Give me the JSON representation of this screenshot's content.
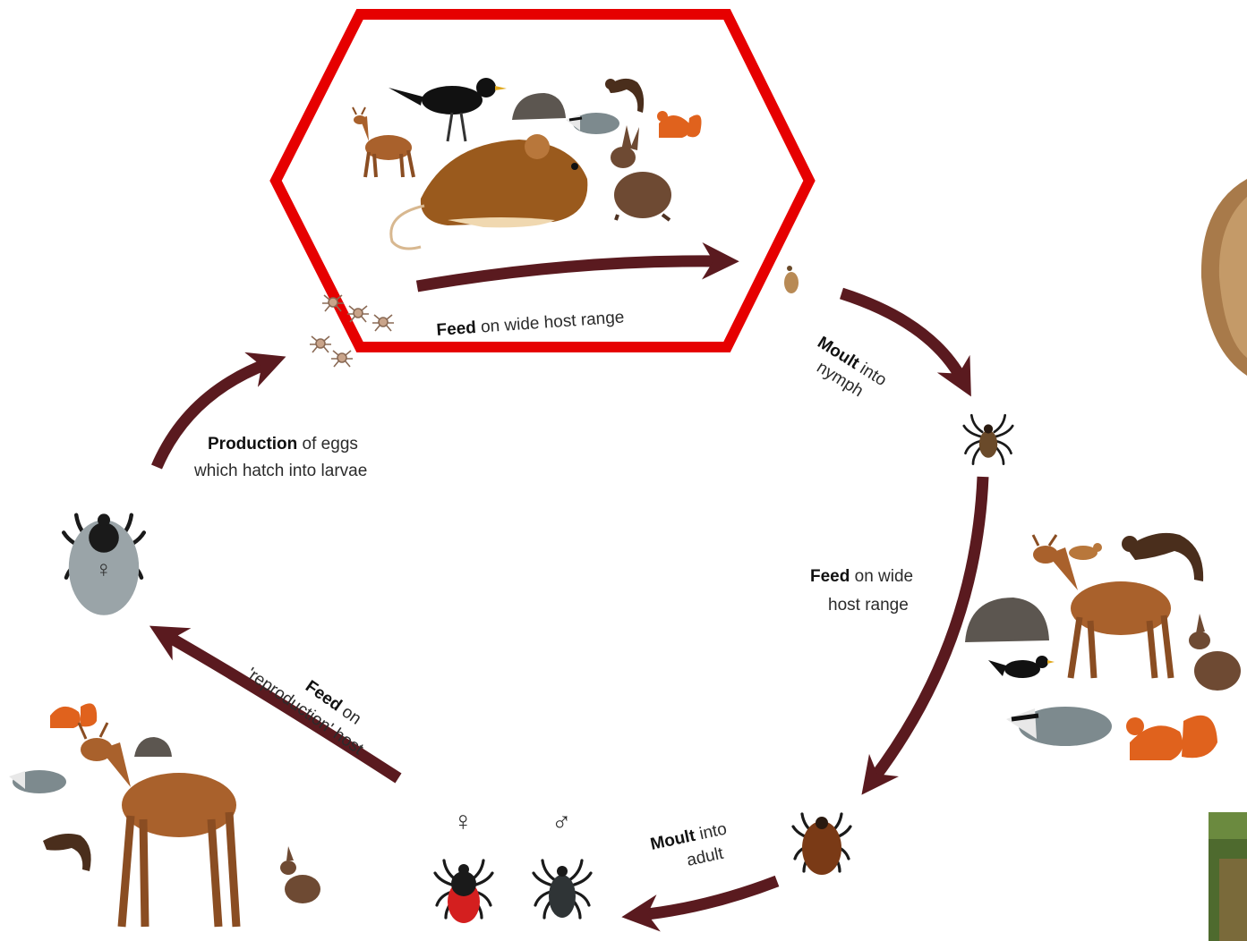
{
  "steps": {
    "feed_larvae": {
      "bold": "Feed",
      "rest": " on wide host range"
    },
    "moult_nymph": {
      "bold": "Moult",
      "rest": " into",
      "line2": "nymph"
    },
    "feed_nymph": {
      "bold": "Feed",
      "rest": " on wide",
      "line2": "host range"
    },
    "moult_adult": {
      "bold": "Moult",
      "rest": " into",
      "line2": "adult"
    },
    "feed_adult": {
      "bold": "Feed",
      "rest": " on",
      "line2": "'reproduction' host"
    },
    "production": {
      "bold": "Production",
      "rest": " of eggs",
      "line2": "which hatch into larvae"
    }
  },
  "symbols": {
    "female": "♀",
    "male": "♂"
  },
  "colors": {
    "arrow": "#5a1a1f",
    "highlight": "#e60000",
    "tick_female_abdomen": "#d41f1f",
    "tick_adult_female": "#9aa4a8",
    "tick_nymph": "#6a4a2a",
    "tick_engorged": "#7a3a16",
    "deer": "#a9612c",
    "rodent": "#9a5a1d",
    "hare": "#6e4a33",
    "squirrel": "#e0621d",
    "bird": "#111111",
    "badger": "#7d8a8e",
    "hedgehog": "#5c5650"
  }
}
